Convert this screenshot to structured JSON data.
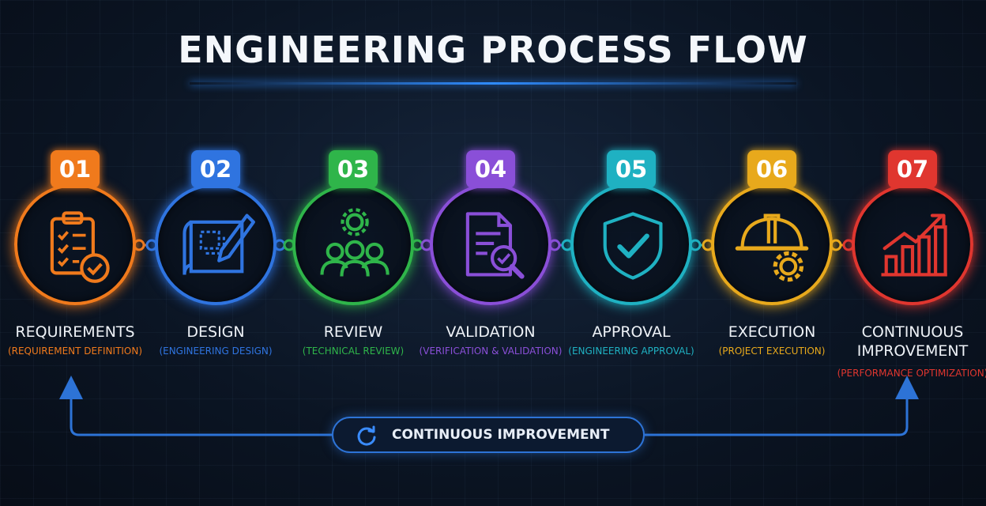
{
  "title": "ENGINEERING PROCESS FLOW",
  "steps": [
    {
      "number": "01",
      "name": "REQUIREMENTS",
      "subtitle": "(REQUIREMENT DEFINITION)",
      "color": "#f07a1c",
      "icon": "clipboard-checklist-icon"
    },
    {
      "number": "02",
      "name": "DESIGN",
      "subtitle": "(ENGINEERING DESIGN)",
      "color": "#2f74e0",
      "icon": "blueprint-pencil-icon"
    },
    {
      "number": "03",
      "name": "REVIEW",
      "subtitle": "(TECHNICAL REVIEW)",
      "color": "#2fb54a",
      "icon": "team-gear-icon"
    },
    {
      "number": "04",
      "name": "VALIDATION",
      "subtitle": "(VERIFICATION & VALIDATION)",
      "color": "#8a4fd8",
      "icon": "document-magnifier-icon"
    },
    {
      "number": "05",
      "name": "APPROVAL",
      "subtitle": "(ENGINEERING APPROVAL)",
      "color": "#1fb1c2",
      "icon": "shield-check-icon"
    },
    {
      "number": "06",
      "name": "EXECUTION",
      "subtitle": "(PROJECT EXECUTION)",
      "color": "#e8a91c",
      "icon": "hardhat-gear-icon"
    },
    {
      "number": "07",
      "name": "CONTINUOUS IMPROVEMENT",
      "subtitle": "(PERFORMANCE OPTIMIZATION)",
      "color": "#e0362f",
      "icon": "growth-chart-icon"
    }
  ],
  "loop": {
    "label": "CONTINUOUS IMPROVEMENT",
    "color": "#2d73d6",
    "icon": "refresh-icon"
  }
}
